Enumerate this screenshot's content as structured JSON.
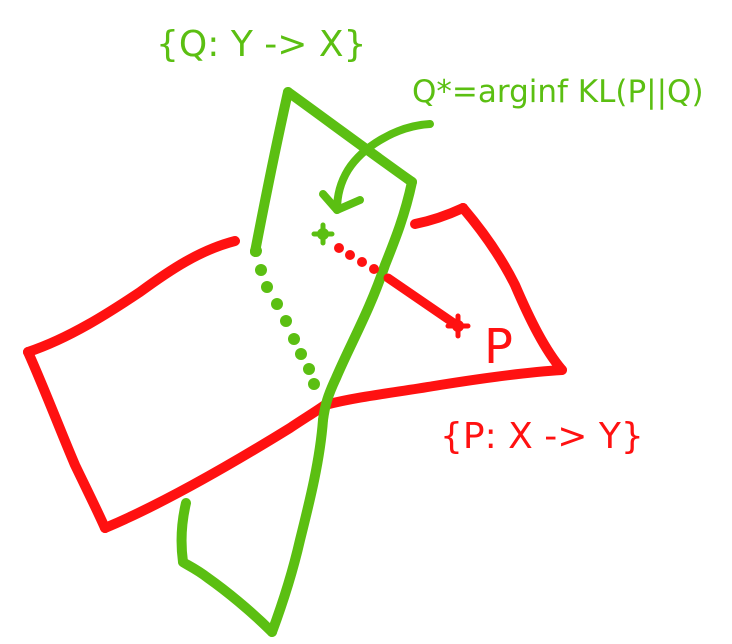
{
  "labels": {
    "q_family": "{Q: Y -> X}",
    "q_star": "Q*=arginf KL(P||Q)",
    "p_point": "P",
    "p_family": "{P: X -> Y}"
  },
  "colors": {
    "green": "#5bbf12",
    "red": "#ff1111",
    "background": "#ffffff"
  }
}
